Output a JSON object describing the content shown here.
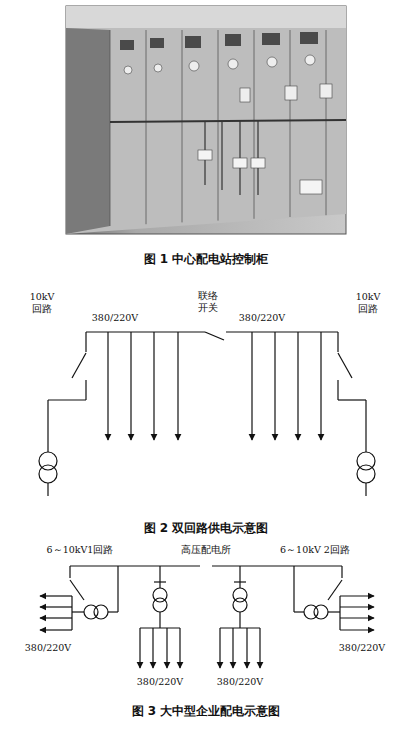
{
  "diagram": {
    "labels": [
      "图 1 中心配电站控制柜",
      "10kV 回路",
      "380/220V",
      "联络 开关",
      "380/220V",
      "10kV 回路",
      "图 2 双回路供电示意图",
      "6～10kV1回路",
      "高压配电所",
      "6～10kV 2回路",
      "380/220V",
      "380/220V",
      "380/220V",
      "380/220V",
      "图 3 大中型企业配电示意图"
    ]
  }
}
